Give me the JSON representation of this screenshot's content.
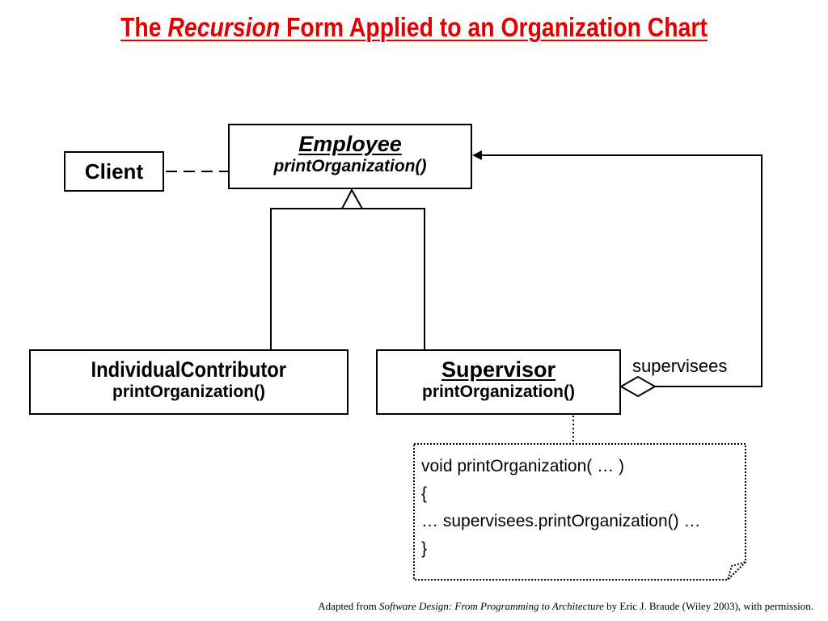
{
  "title": {
    "prefix": "The ",
    "emphasis": "Recursion",
    "suffix": " Form Applied to an Organization Chart"
  },
  "classes": {
    "client": {
      "name": "Client"
    },
    "employee": {
      "name": "Employee",
      "operation": "printOrganization()"
    },
    "individual_contributor": {
      "name": "IndividualContributor",
      "operation": "printOrganization()"
    },
    "supervisor": {
      "name": "Supervisor",
      "operation": "printOrganization()"
    }
  },
  "association": {
    "role": "supervisees"
  },
  "note": {
    "lines": [
      "void printOrganization( … )",
      "{",
      "… supervisees.printOrganization() …",
      "}"
    ]
  },
  "credit": {
    "prefix": "Adapted from ",
    "book": "Software Design: From Programming to Architecture",
    "suffix": " by Eric J. Braude (Wiley 2003), with permission."
  },
  "colors": {
    "title": "#e00000",
    "lines": "#000000"
  }
}
